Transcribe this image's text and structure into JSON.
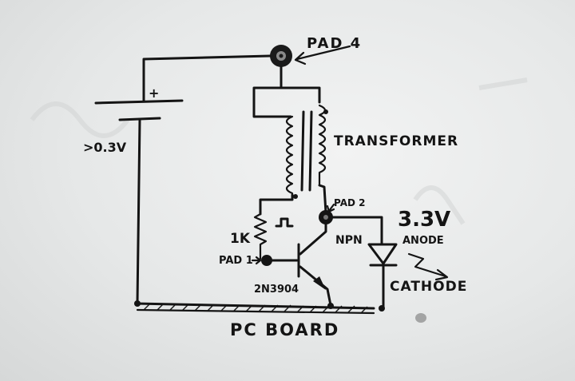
{
  "diagram": {
    "labels": {
      "pad4": "PAD 4",
      "plus": "+",
      "supply": ">0.3V",
      "transformer": "TRANSFORMER",
      "resistor": "1K",
      "pulse": "⎍",
      "pad2": "PAD 2",
      "npn": "NPN",
      "pad1": "PAD 1",
      "transistor": "2N3904",
      "led_voltage": "3.3V",
      "anode": "ANODE",
      "cathode": "CATHODE",
      "board": "PC BOARD"
    }
  }
}
